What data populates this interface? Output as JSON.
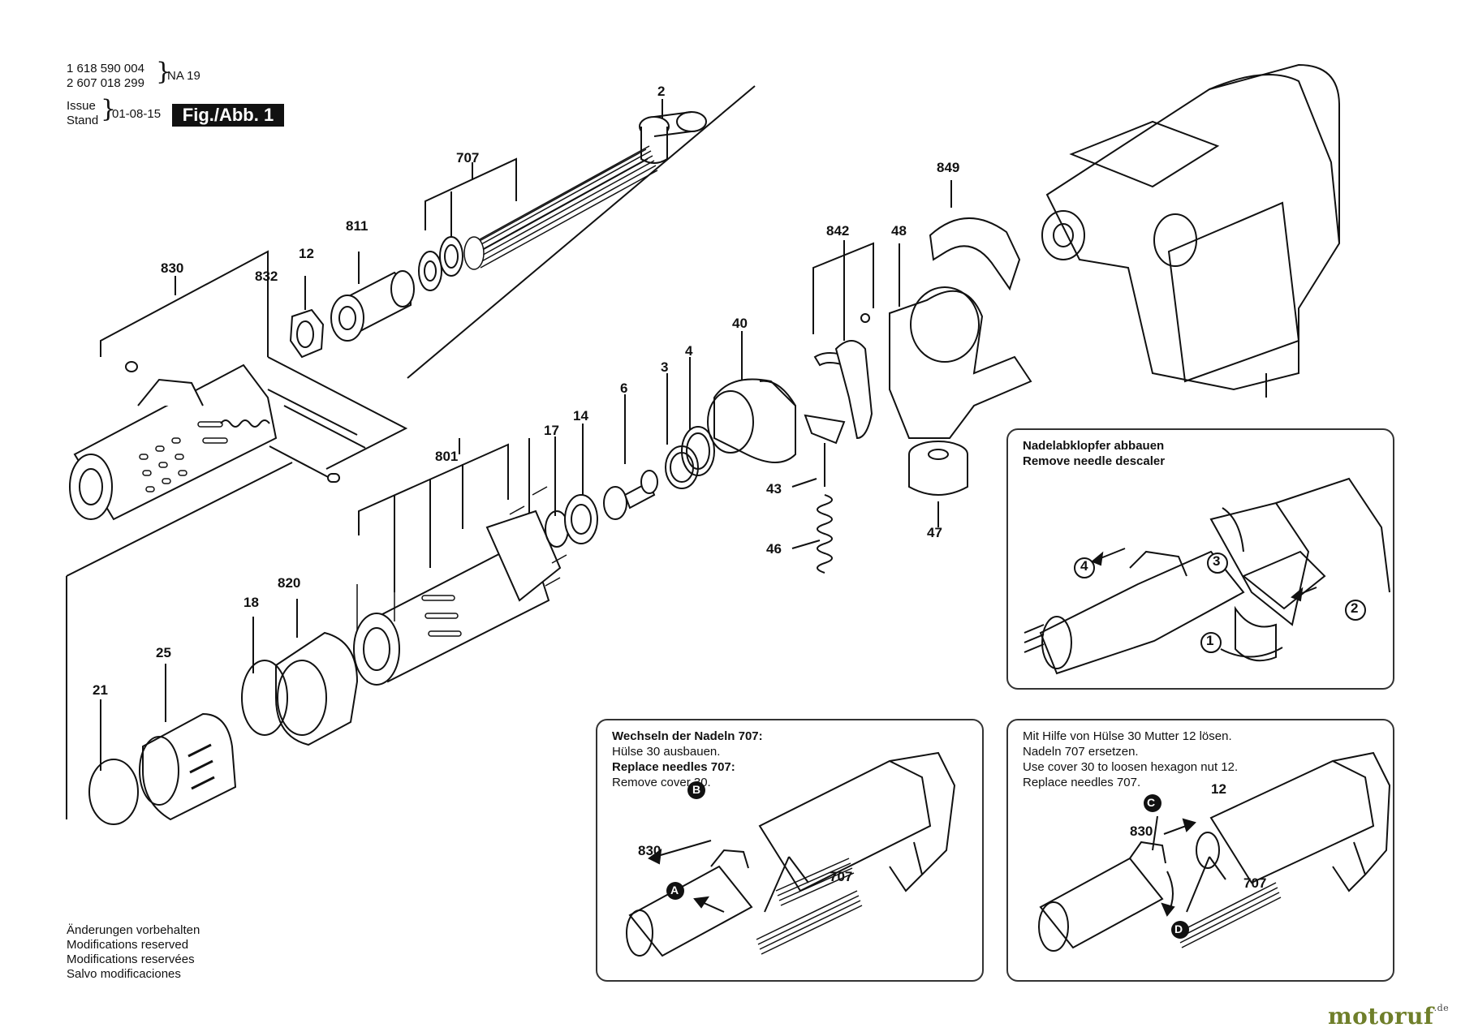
{
  "header": {
    "part_number_1": "1 618 590 004",
    "part_number_2": "2 607 018 299",
    "model": "NA 19",
    "issue_label_1": "Issue",
    "issue_label_2": "Stand",
    "issue_date": "01-08-15",
    "figure_label": "Fig./Abb. 1"
  },
  "callouts": {
    "c2": "2",
    "c707": "707",
    "c811": "811",
    "c12": "12",
    "c830": "830",
    "c832": "832",
    "c849": "849",
    "c842": "842",
    "c48": "48",
    "c40": "40",
    "c4": "4",
    "c3": "3",
    "c6": "6",
    "c14": "14",
    "c17": "17",
    "c801": "801",
    "c43": "43",
    "c46": "46",
    "c47": "47",
    "c820": "820",
    "c18": "18",
    "c25": "25",
    "c21": "21"
  },
  "inset_descaler": {
    "title_de": "Nadelabklopfer abbauen",
    "title_en": "Remove needle descaler",
    "steps": [
      "1",
      "2",
      "3",
      "4"
    ]
  },
  "inset_replace": {
    "line1_bold": "Wechseln der Nadeln 707:",
    "line2": "Hülse 30 ausbauen.",
    "line3_bold": "Replace needles 707:",
    "line4": "Remove cover 30.",
    "label_830": "830",
    "label_707": "707",
    "marker_a": "A",
    "marker_b": "B"
  },
  "inset_cover": {
    "line1": "Mit Hilfe von Hülse 30 Mutter 12 lösen.",
    "line2": "Nadeln 707 ersetzen.",
    "line3": "Use cover 30 to loosen hexagon nut 12.",
    "line4": "Replace needles 707.",
    "label_12": "12",
    "label_830": "830",
    "label_707": "707",
    "marker_c": "C",
    "marker_d": "D"
  },
  "footer": {
    "line1": "Änderungen vorbehalten",
    "line2": "Modifications reserved",
    "line3": "Modifications reservées",
    "line4": "Salvo modificaciones"
  },
  "logo": {
    "text": "motoruf",
    "suffix": ".de",
    "color": "#6f7f2a"
  }
}
